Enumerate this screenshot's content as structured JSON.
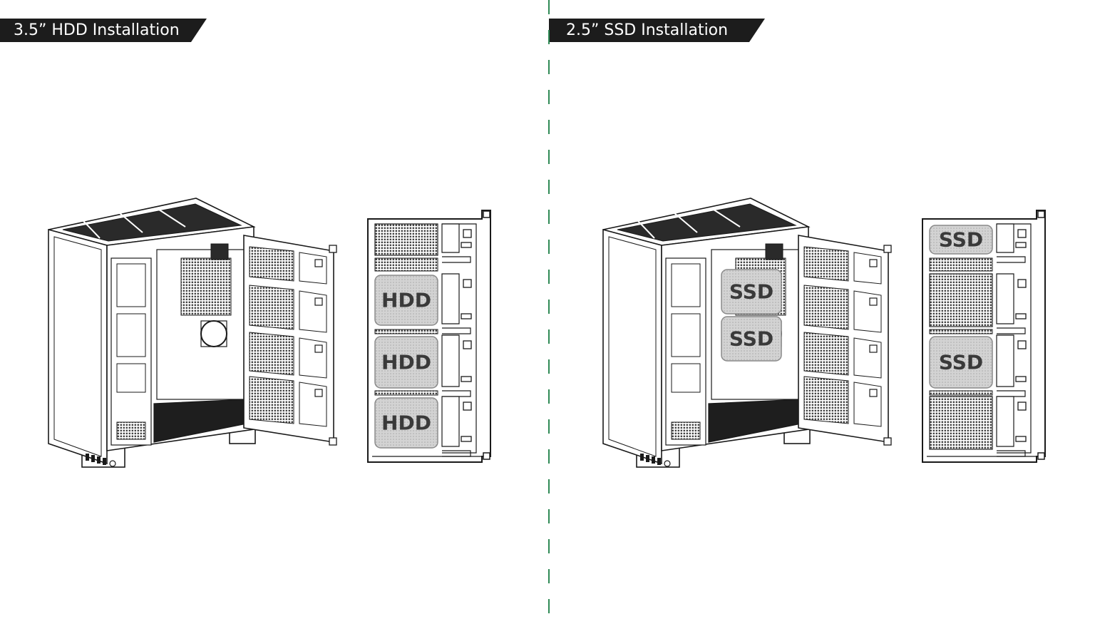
{
  "sections": [
    {
      "title": "3.5” HDD Installation",
      "drive_label": "HDD",
      "tray_fill": [
        false,
        true,
        true,
        true
      ],
      "case_fill": [
        false,
        false
      ]
    },
    {
      "title": "2.5” SSD Installation",
      "drive_label": "SSD",
      "tray_fill": [
        true,
        false,
        true,
        false
      ],
      "case_fill": [
        true,
        true
      ]
    }
  ],
  "colors": {
    "header_bg": "#1c1c1c",
    "divider": "#2f8a55",
    "line_art": "#1a1a1a",
    "drive_fill": "#d3d3d3"
  },
  "icons": [
    "pc-case-open-view-illustration",
    "drive-cage-front-illustration"
  ]
}
